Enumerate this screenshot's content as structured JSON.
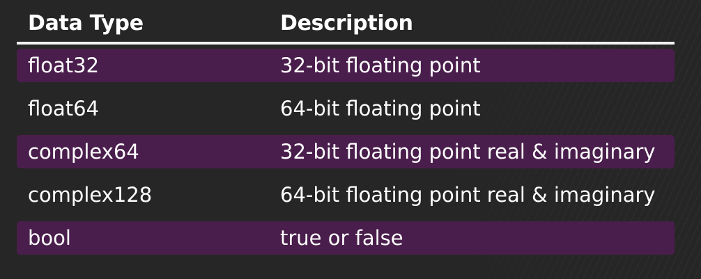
{
  "table": {
    "headers": [
      "Data Type",
      "Description"
    ],
    "rows": [
      {
        "type": "float32",
        "description": "32-bit floating point"
      },
      {
        "type": "float64",
        "description": "64-bit floating point"
      },
      {
        "type": "complex64",
        "description": "32-bit floating point real & imaginary"
      },
      {
        "type": "complex128",
        "description": "64-bit floating point real & imaginary"
      },
      {
        "type": "bool",
        "description": "true or false"
      }
    ]
  },
  "colors": {
    "background": "#262626",
    "row_highlight": "#4a1e4c",
    "text": "#ffffff",
    "rule": "#f2f2f2"
  }
}
